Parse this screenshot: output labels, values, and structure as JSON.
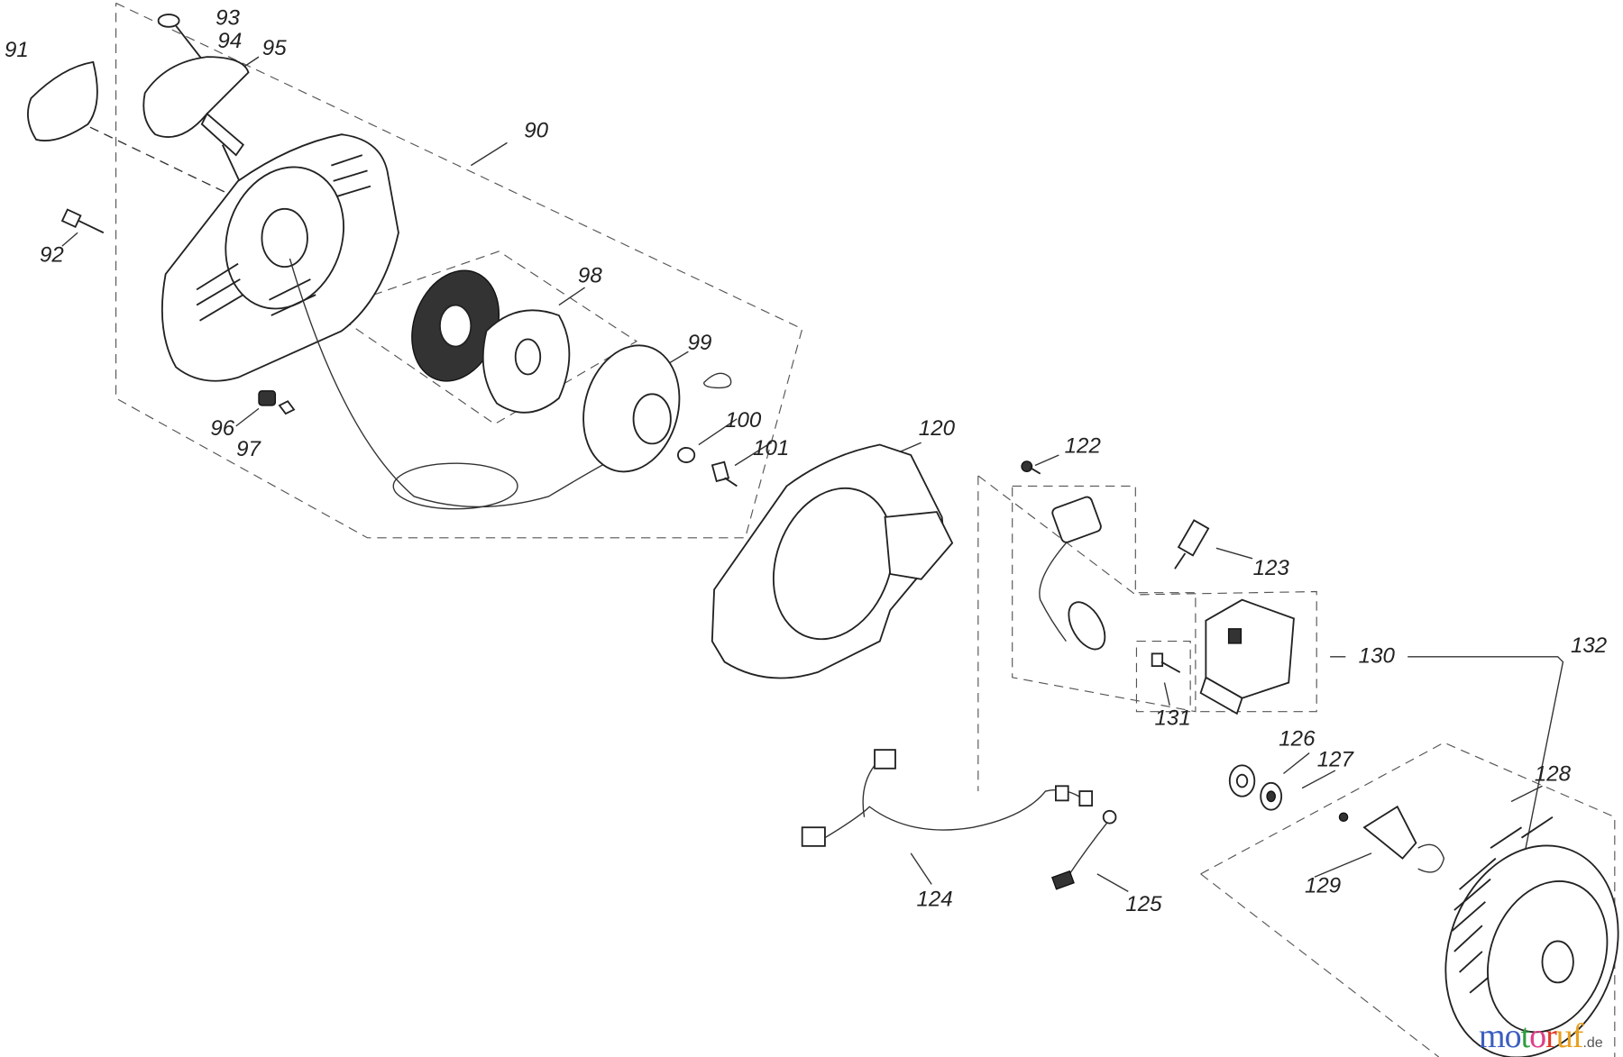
{
  "diagram": {
    "part_numbers": [
      "90",
      "91",
      "92",
      "93",
      "94",
      "95",
      "96",
      "97",
      "98",
      "99",
      "100",
      "101",
      "120",
      "122",
      "123",
      "124",
      "125",
      "126",
      "127",
      "128",
      "129",
      "130",
      "131",
      "132"
    ]
  },
  "watermark": {
    "text": "motoruf.de",
    "letters": [
      "m",
      "o",
      "t",
      "o",
      "r",
      "u",
      "f"
    ],
    "suffix": ".de",
    "colors": [
      "#3b5fc0",
      "#3b5fc0",
      "#2e9e3e",
      "#e0408a",
      "#e03a2a",
      "#e8a020",
      "#e8a020"
    ]
  }
}
